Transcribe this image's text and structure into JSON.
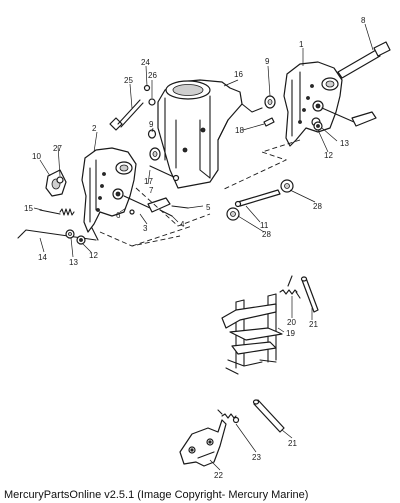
{
  "footer": "MercuryPartsOnline v2.5.1 (Image Copyright- Mercury Marine)",
  "callouts": [
    "1",
    "2",
    "3",
    "4",
    "5",
    "6",
    "7",
    "8",
    "9",
    "9",
    "10",
    "11",
    "12",
    "12",
    "13",
    "13",
    "14",
    "15",
    "16",
    "17",
    "18",
    "19",
    "20",
    "21",
    "21",
    "22",
    "23",
    "24",
    "25",
    "26",
    "27",
    "28",
    "28"
  ]
}
